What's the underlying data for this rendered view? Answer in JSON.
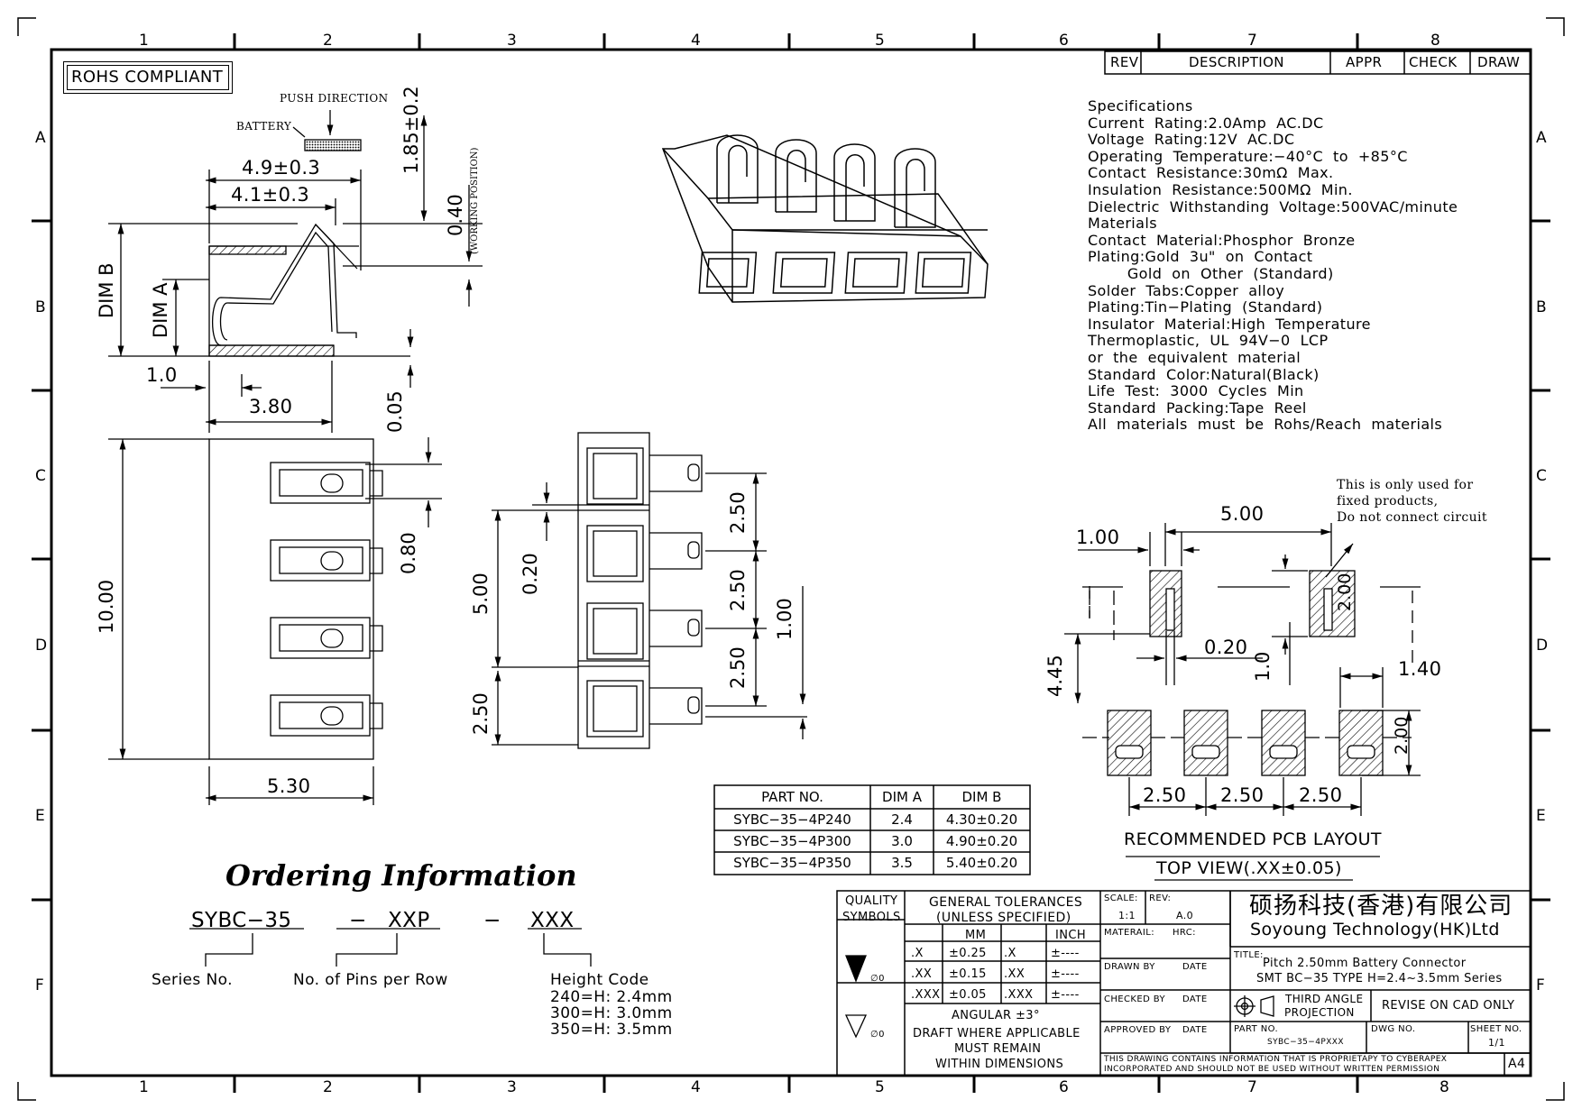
{
  "frame": {
    "top_cols": [
      "1",
      "2",
      "3",
      "4",
      "5",
      "6",
      "7",
      "8"
    ],
    "bottom_cols": [
      "1",
      "2",
      "3",
      "4",
      "5",
      "6",
      "7",
      "8"
    ],
    "rows": [
      "A",
      "B",
      "C",
      "D",
      "E",
      "F"
    ]
  },
  "rohs_label": "ROHS COMPLIANT",
  "rev_block": {
    "rev": "REV",
    "description": "DESCRIPTION",
    "appr": "APPR",
    "check": "CHECK",
    "draw": "DRAW"
  },
  "side_view": {
    "push_direction": "PUSH DIRECTION",
    "battery": "BATTERY",
    "dim_49": "4.9±0.3",
    "dim_41": "4.1±0.3",
    "dim_185": "1.85±0.2",
    "dim_040": "0.40",
    "working_position": "(WORKING POSITION)",
    "dim_b": "DIM B",
    "dim_a": "DIM A",
    "dim_10": "1.0",
    "dim_380": "3.80",
    "dim_005": "0.05"
  },
  "top_view": {
    "dim_1000": "10.00",
    "dim_080": "0.80",
    "dim_530": "5.30"
  },
  "front_view": {
    "dim_500": "5.00",
    "dim_020": "0.20",
    "dim_250_left": "2.50",
    "dim_250_a": "2.50",
    "dim_250_b": "2.50",
    "dim_250_c": "2.50",
    "dim_100": "1.00"
  },
  "specs": [
    "Specifications",
    "Current  Rating:2.0Amp  AC.DC",
    "Voltage  Rating:12V  AC.DC",
    "Operating  Temperature:−40°C  to  +85°C",
    "Contact  Resistance:30mΩ  Max.",
    "Insulation  Resistance:500MΩ  Min.",
    "Dielectric  Withstanding  Voltage:500VAC/minute",
    "Materials",
    "Contact  Material:Phosphor  Bronze",
    "Plating:Gold  3u\"  on  Contact",
    "        Gold  on  Other  (Standard)",
    "Solder  Tabs:Copper  alloy",
    "Plating:Tin−Plating  (Standard)",
    "Insulator  Material:High  Temperature",
    "Thermoplastic,  UL  94V−0  LCP",
    "or  the  equivalent  material",
    "Standard  Color:Natural(Black)",
    "Life  Test:  3000  Cycles  Min",
    "Standard  Packing:Tape  Reel",
    "All  materials  must  be  Rohs/Reach  materials"
  ],
  "pcb": {
    "note_lines": [
      "This is only used for",
      "fixed products,",
      "Do not connect circuit"
    ],
    "dim_500": "5.00",
    "dim_100": "1.00",
    "dim_445": "4.45",
    "dim_020": "0.20",
    "dim_10": "1.0",
    "dim_200a": "2.00",
    "dim_140": "1.40",
    "dim_200b": "2.00",
    "pitch": [
      "2.50",
      "2.50",
      "2.50"
    ],
    "title": "RECOMMENDED  PCB  LAYOUT",
    "subtitle": "TOP  VIEW(.XX±0.05)"
  },
  "part_table": {
    "headers": [
      "PART NO.",
      "DIM A",
      "DIM B"
    ],
    "rows": [
      [
        "SYBC−35−4P240",
        "2.4",
        "4.30±0.20"
      ],
      [
        "SYBC−35−4P300",
        "3.0",
        "4.90±0.20"
      ],
      [
        "SYBC−35−4P350",
        "3.5",
        "5.40±0.20"
      ]
    ]
  },
  "ordering": {
    "title": "Ordering Information",
    "code_a": "SYBC−35",
    "dash1": "−",
    "code_b": "XXP",
    "dash2": "−",
    "code_c": "XXX",
    "series": "Series No.",
    "pins": "No.  of  Pins  per  Row",
    "height_title": "Height  Code",
    "height_lines": [
      "240=H: 2.4mm",
      "300=H: 3.0mm",
      "350=H: 3.5mm"
    ]
  },
  "title_block": {
    "quality": "QUALITY",
    "symbols": "SYMBOLS",
    "gen_tol": "GENERAL  TOLERANCES",
    "unless": "(UNLESS  SPECIFIED)",
    "mm": "MM",
    "inch": "INCH",
    "tol_rows": [
      [
        ".X",
        "±0.25",
        ".X",
        "±----"
      ],
      [
        ".XX",
        "±0.15",
        ".XX",
        "±----"
      ],
      [
        ".XXX",
        "±0.05",
        ".XXX",
        "±----"
      ]
    ],
    "angular": "ANGULAR  ±3°",
    "draft": [
      "DRAFT  WHERE  APPLICABLE",
      "MUST  REMAIN",
      "WITHIN  DIMENSIONS"
    ],
    "sym1": "▼",
    "sym1_sub": "∅0",
    "sym2_sub": "∅0",
    "scale_label": "SCALE:",
    "scale": "1:1",
    "rev_label": "REV:",
    "rev": "A.0",
    "material_label": "MATERAIL:",
    "hrc_label": "HRC:",
    "drawn_by": "DRAWN  BY",
    "checked_by": "CHECKED  BY",
    "approved_by": "APPROVED  BY",
    "date": "DATE",
    "company_cn": "硕扬科技(香港)有限公司",
    "company_en": "Soyoung  Technology(HK)Ltd",
    "title_label": "TITLE:",
    "title_line1": "Pitch  2.50mm  Battery  Connector",
    "title_line2": "SMT  BC−35  TYPE  H=2.4~3.5mm  Series",
    "third_angle": [
      "THIRD  ANGLE",
      "PROJECTION"
    ],
    "revise": "REVISE  ON  CAD  ONLY",
    "part_no_label": "PART  NO.",
    "part_no": "SYBC−35−4PXXX",
    "dwg_no_label": "DWG  NO.",
    "sheet_label": "SHEET  NO.",
    "sheet": "1/1",
    "disclaimer1": "THIS  DRAWING  CONTAINS  INFORMATION  THAT  IS  PROPRIETAPY  TO  CYBERAPEX",
    "disclaimer2": "INCORPORATED  AND  SHOULD  NOT  BE  USED  WITHOUT  WRITTEN  PERMISSION",
    "size": "A4"
  }
}
